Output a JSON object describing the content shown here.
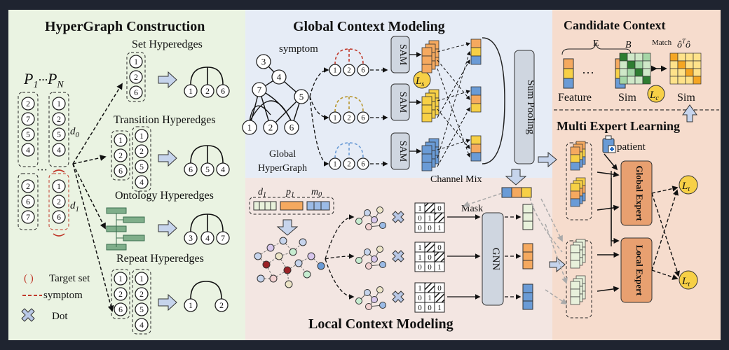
{
  "sections": {
    "hypergraph": "HyperGraph Construction",
    "global": "Global Context Modeling",
    "candidate": "Candidate Context",
    "multi_expert": "Multi Expert Learning",
    "local": "Local Context Modeling"
  },
  "hypergraph": {
    "patients_label": "P",
    "patients_first_sub": "1",
    "patients_dots": "···",
    "patients_last": "P",
    "patients_last_sub": "N",
    "visit_labels": [
      "d",
      "d"
    ],
    "visit_subs": [
      "0",
      "1"
    ],
    "visit_dots": "···",
    "col_a_top": [
      "2",
      "7",
      "5",
      "4"
    ],
    "col_b_top": [
      "1",
      "2",
      "5",
      "4"
    ],
    "col_a_bot": [
      "2",
      "6",
      "7"
    ],
    "col_b_bot": [
      "1",
      "2",
      "6"
    ],
    "set_label": "Set Hyperedges",
    "set_nodes": [
      "1",
      "2",
      "6"
    ],
    "transition_label": "Transition Hyperedges",
    "transition_nodes": [
      "6",
      "5",
      "4"
    ],
    "ontology_label": "Ontology Hyperedges",
    "ontology_nodes": [
      "3",
      "4",
      "7"
    ],
    "repeat_label": "Repeat Hyperedges",
    "repeat_nodes": [
      "1",
      "2"
    ],
    "set_box": [
      "1",
      "2",
      "6"
    ],
    "trans_box_a": [
      "1",
      "2",
      "6"
    ],
    "trans_box_b": [
      "1",
      "2",
      "5",
      "4"
    ],
    "repeat_box_a": [
      "1",
      "2",
      "6"
    ],
    "repeat_box_b": [
      "1",
      "2",
      "5",
      "4"
    ],
    "legend": {
      "target": "Target set",
      "symptom": "symptom",
      "dot": "Dot",
      "paren": "( )"
    }
  },
  "global": {
    "graph_nodes": [
      "3",
      "4",
      "7",
      "5",
      "1",
      "2",
      "6"
    ],
    "symptom_label": "symptom",
    "sub_nodes": [
      "1",
      "2",
      "6"
    ],
    "global_label": "Global",
    "hypergraph_label": "HyperGraph",
    "sam": "SAM",
    "loss_s": "L",
    "loss_s_sub": "s",
    "channel_mix": "Channel Mix",
    "sum_pooling": "Sum Pooling"
  },
  "local": {
    "inputs": [
      {
        "sym": "d",
        "sub": "1"
      },
      {
        "sym": "p",
        "sub": "1"
      },
      {
        "sym": "m",
        "sub": "0"
      }
    ],
    "mask": "Mask",
    "gnn": "GNN",
    "matrices": [
      [
        "1",
        "",
        "0",
        "0",
        "1",
        "",
        "0",
        "0",
        "1"
      ],
      [
        "1",
        "",
        "0",
        "1",
        "0",
        "",
        "0",
        "0",
        "1"
      ],
      [
        "1",
        "",
        "0",
        "0",
        "1",
        "",
        "0",
        "0",
        "1"
      ]
    ]
  },
  "candidate": {
    "e": "E",
    "dots": "···",
    "feature": "Feature",
    "b": "B",
    "match": "Match",
    "ohat": "ô",
    "ohat_sup": "T",
    "ohat2": "ô",
    "sim": "Sim",
    "sim2": "Sim",
    "loss_c": "L",
    "loss_c_sub": "c"
  },
  "expert": {
    "patient": "patient",
    "global_expert": "Global Expert",
    "local_expert": "Local Expert",
    "loss_t": "L",
    "loss_t_sub": "t"
  },
  "colors": {
    "green_bg": "#eaf3e2",
    "blue_bg": "#e6ecf6",
    "peach_bg": "#f6dccd",
    "pink_bg": "#f3e6e2",
    "orange": "#f5a95f",
    "yellow": "#f7d046",
    "blue": "#6a9bd6",
    "green": "#8fc78a",
    "expert": "#e8a070"
  }
}
